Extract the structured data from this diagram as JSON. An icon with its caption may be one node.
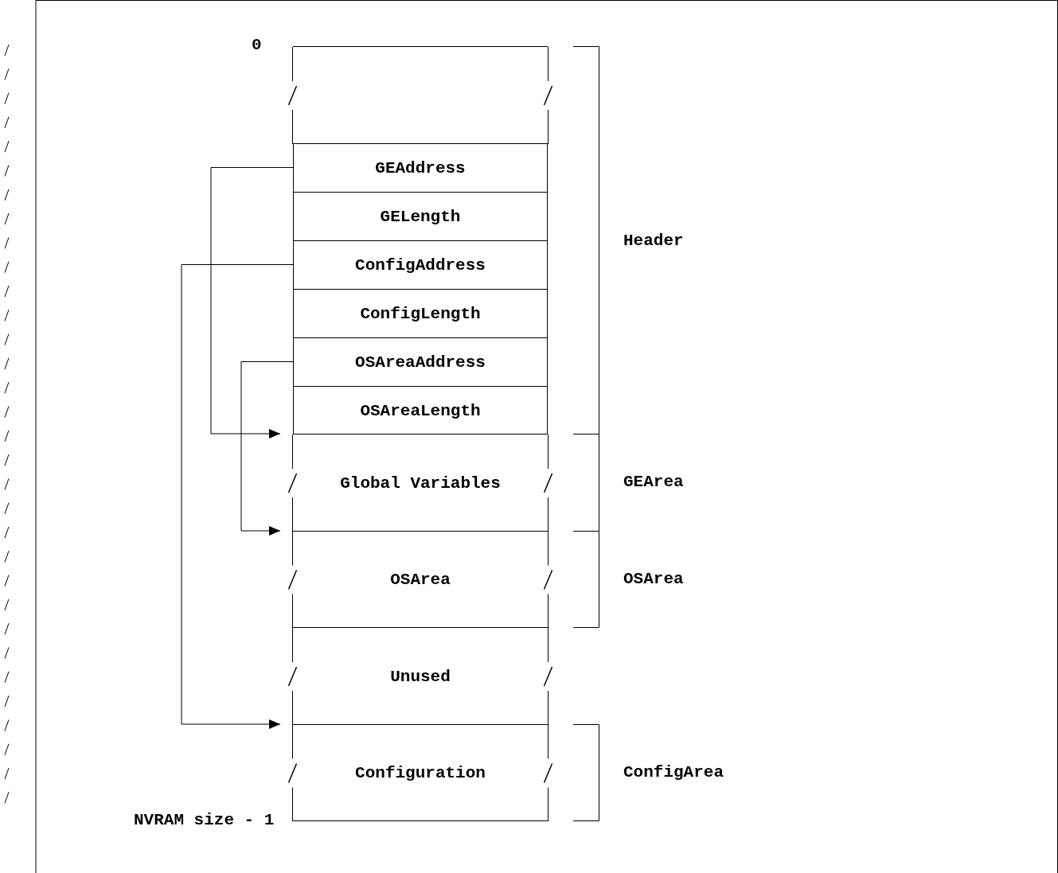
{
  "diagram": {
    "nodes": [
      {
        "text": [],
        "shape": "box"
      },
      {
        "text": [
          "GEAddress"
        ]
      },
      {
        "text": [
          "GELength"
        ]
      },
      {
        "text": [
          "ConfigAddress"
        ]
      },
      {
        "text": [
          "ConfigLength"
        ]
      },
      {
        "text": [
          "OSAreaAddress"
        ]
      },
      {
        "text": [
          "OSAreaLength"
        ]
      },
      {
        "text": [
          "Global Variables"
        ]
      },
      {
        "text": [
          "OSArea"
        ]
      },
      {
        "text": [
          "Unused"
        ]
      },
      {
        "text": [
          "Configuration"
        ]
      }
    ],
    "edges": [
      {
        "from": 1,
        "to": 7,
        "arrow": "to"
      },
      {
        "from": 3,
        "to": 10,
        "arrow": "to"
      },
      {
        "from": 5,
        "to": 8,
        "arrow": "to"
      }
    ],
    "labels": [
      "0",
      "NVRAM size - 1",
      "Header",
      "GEArea",
      "OSArea",
      "ConfigArea"
    ]
  }
}
